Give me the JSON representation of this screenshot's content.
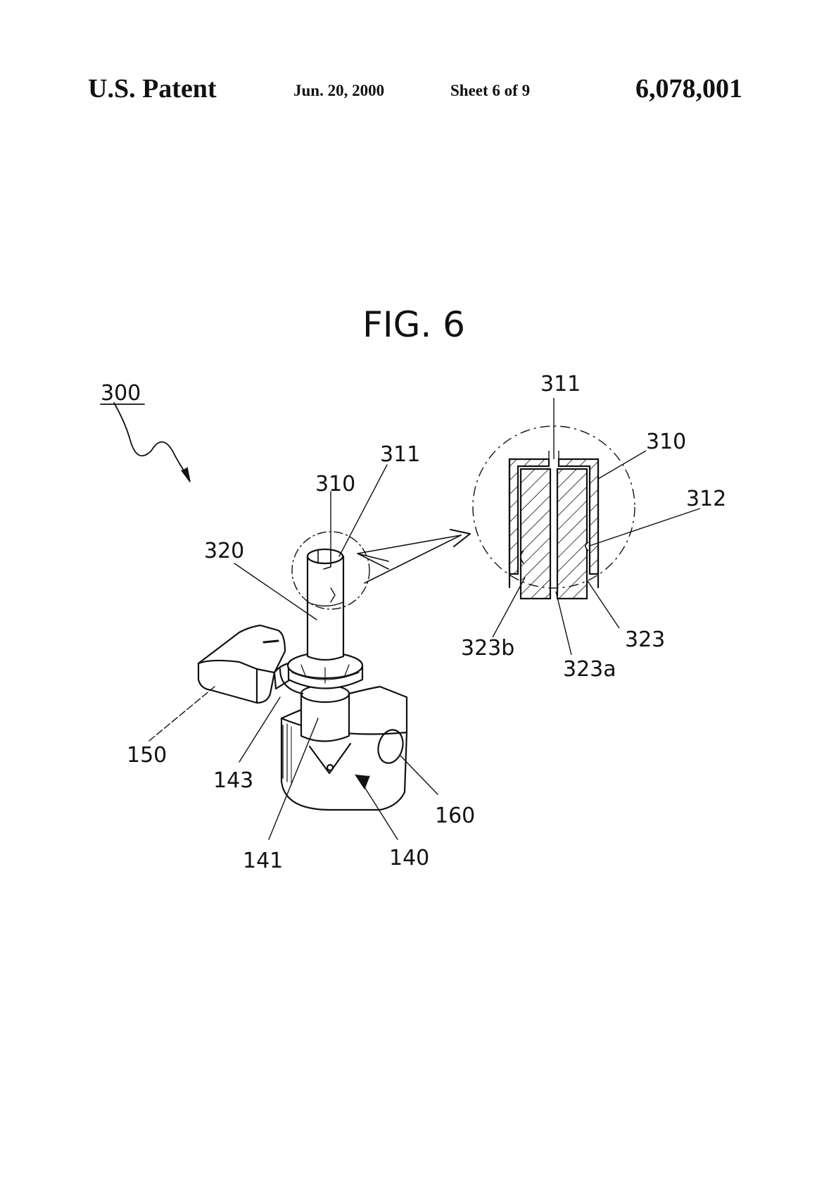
{
  "header": {
    "left": "U.S. Patent",
    "date": "Jun. 20, 2000",
    "sheet": "Sheet 6 of 9",
    "patent_number": "6,078,001"
  },
  "figure": {
    "title": "FIG. 6",
    "labels": {
      "l300": "300",
      "l320": "320",
      "l310": "310",
      "l311": "311",
      "l150": "150",
      "l143": "143",
      "l141": "141",
      "l140": "140",
      "l160": "160",
      "d311": "311",
      "d310": "310",
      "d312": "312",
      "d323b": "323b",
      "d323a": "323a",
      "d323": "323"
    }
  }
}
